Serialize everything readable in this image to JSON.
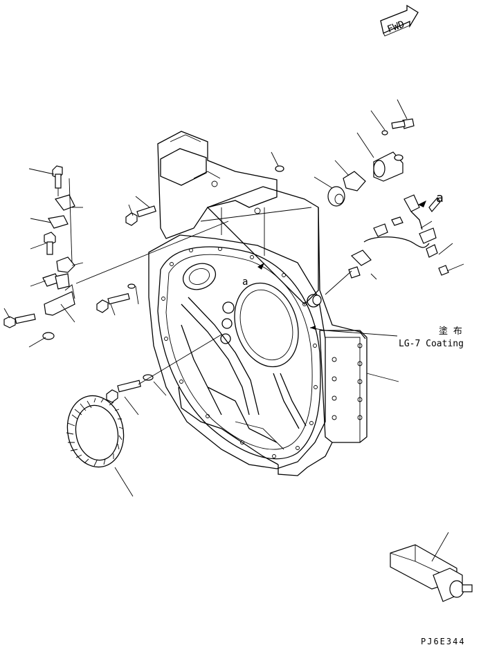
{
  "fwd_label": "FWD",
  "detail_marker_a": "a",
  "coating_kanji": "塗 布",
  "coating_label": "LG-7 Coating",
  "drawing_code": "PJ6E344"
}
